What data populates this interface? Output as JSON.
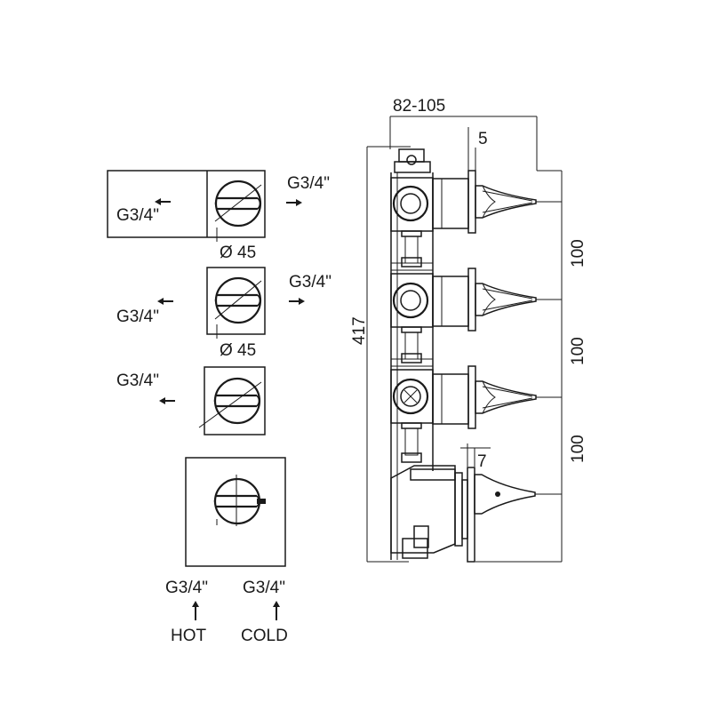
{
  "connections": {
    "left_1": "G3/4\"",
    "right_1": "G3/4\"",
    "left_2": "G3/4\"",
    "right_2": "G3/4\"",
    "left_3": "G3/4\"",
    "bottom_hot_size": "G3/4\"",
    "bottom_cold_size": "G3/4\""
  },
  "diameters": {
    "knob_1": "Ø 45",
    "knob_2": "Ø 45"
  },
  "supply": {
    "hot": "HOT",
    "cold": "COLD"
  },
  "dimensions": {
    "depth_range": "82-105",
    "handle_offset_top": "5",
    "handle_offset_bottom": "7",
    "total_height": "417",
    "spacing_1": "100",
    "spacing_2": "100",
    "spacing_3": "100"
  }
}
